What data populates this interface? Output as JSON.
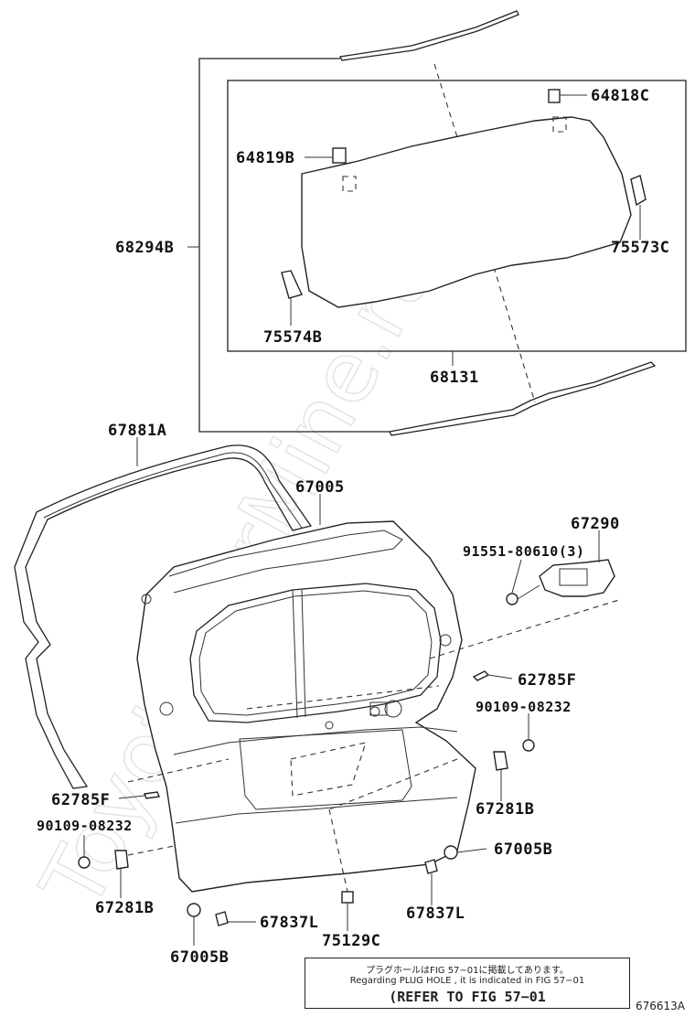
{
  "watermark": "ToyotaCarMine.ru",
  "labels": {
    "p64818C": "64818C",
    "p64819B": "64819B",
    "p68294B": "68294B",
    "p75573C": "75573C",
    "p75574B": "75574B",
    "p68131": "68131",
    "p67881A": "67881A",
    "p67005": "67005",
    "p67290": "67290",
    "p91551": "91551-80610(3)",
    "p62785F_r": "62785F",
    "p90109_r": "90109-08232",
    "p67281B_r": "67281B",
    "p62785F_l": "62785F",
    "p90109_l": "90109-08232",
    "p67005B_r": "67005B",
    "p67281B_l": "67281B",
    "p67837L_l": "67837L",
    "p67837L_r": "67837L",
    "p75129C": "75129C",
    "p67005B_l": "67005B"
  },
  "note": {
    "line1": "プラグホールはFIG 57−01に掲載してあります。",
    "line2": "Regarding PLUG HOLE , it is indicated in FIG 57−01",
    "line3": "(REFER TO FIG 57−01"
  },
  "figure_number": "676613A"
}
